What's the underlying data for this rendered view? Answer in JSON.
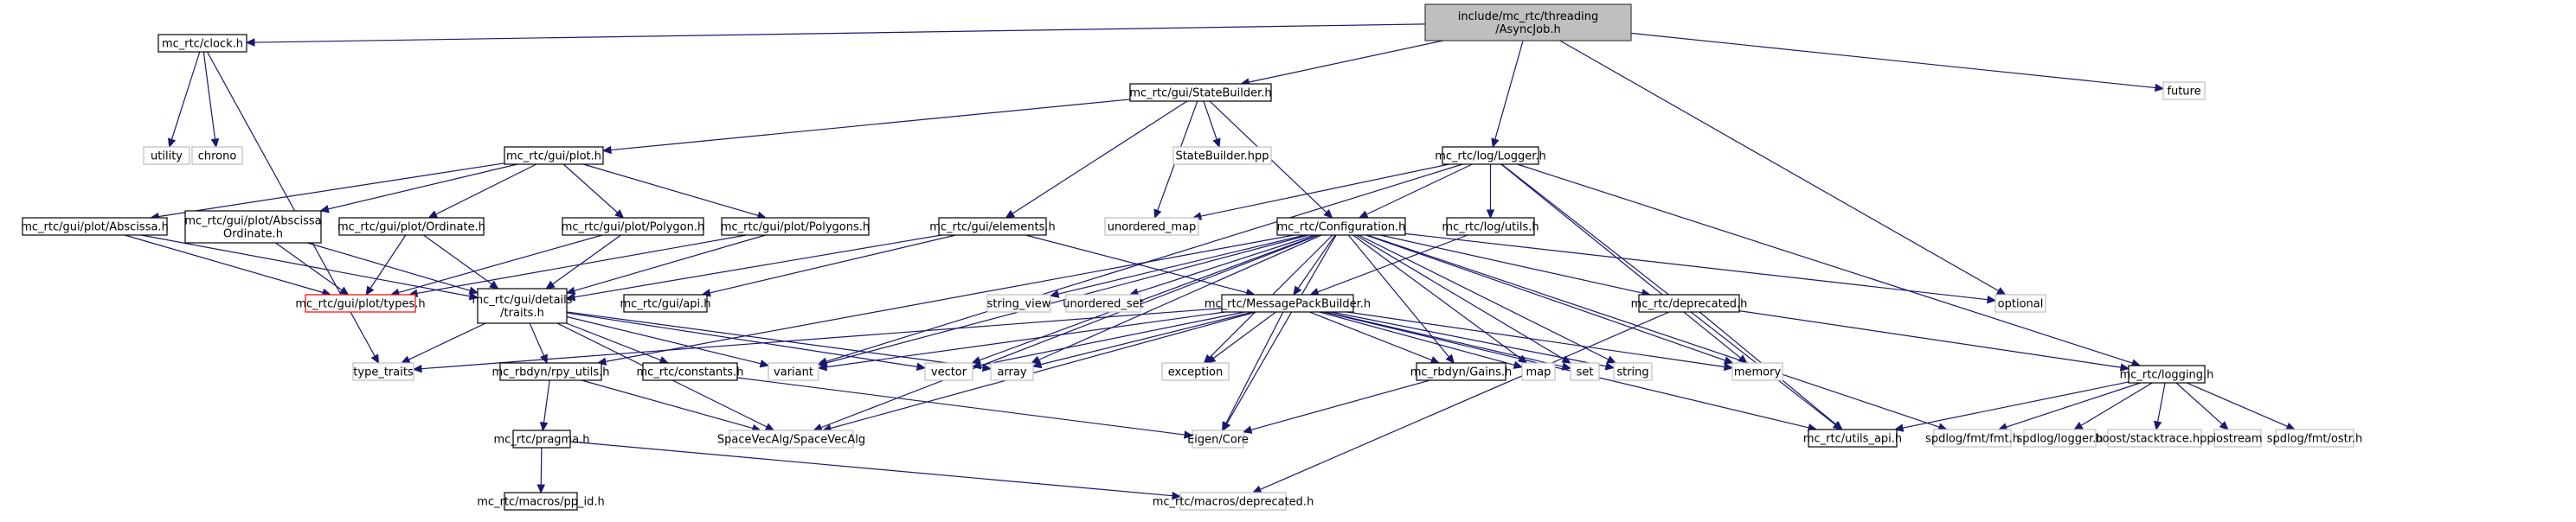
{
  "diagram": {
    "title": "include/mc_rtc/threading/AsyncJob.h include dependency graph",
    "colors": {
      "edge": "#191970",
      "root_fill": "#bfbfbf",
      "root_border": "#404040",
      "documented_border": "#000000",
      "external_border": "#bfbfbf",
      "truncated_border": "#ff0000"
    },
    "nodes": [
      {
        "id": "root",
        "label": [
          "include/mc_rtc/threading",
          "/AsyncJob.h"
        ],
        "kind": "root"
      },
      {
        "id": "clock",
        "label": [
          "mc_rtc/clock.h"
        ],
        "kind": "documented"
      },
      {
        "id": "utility",
        "label": [
          "utility"
        ],
        "kind": "external"
      },
      {
        "id": "chrono",
        "label": [
          "chrono"
        ],
        "kind": "external"
      },
      {
        "id": "statebuilder",
        "label": [
          "mc_rtc/gui/StateBuilder.h"
        ],
        "kind": "documented"
      },
      {
        "id": "statebuilder_hpp",
        "label": [
          "StateBuilder.hpp"
        ],
        "kind": "external"
      },
      {
        "id": "future",
        "label": [
          "future"
        ],
        "kind": "external"
      },
      {
        "id": "plot",
        "label": [
          "mc_rtc/gui/plot.h"
        ],
        "kind": "documented"
      },
      {
        "id": "logger",
        "label": [
          "mc_rtc/log/Logger.h"
        ],
        "kind": "documented"
      },
      {
        "id": "abscissa",
        "label": [
          "mc_rtc/gui/plot/Abscissa.h"
        ],
        "kind": "documented"
      },
      {
        "id": "absord",
        "label": [
          "mc_rtc/gui/plot/Abscissa",
          "Ordinate.h"
        ],
        "kind": "documented"
      },
      {
        "id": "ordinate",
        "label": [
          "mc_rtc/gui/plot/Ordinate.h"
        ],
        "kind": "documented"
      },
      {
        "id": "polygon",
        "label": [
          "mc_rtc/gui/plot/Polygon.h"
        ],
        "kind": "documented"
      },
      {
        "id": "polygons",
        "label": [
          "mc_rtc/gui/plot/Polygons.h"
        ],
        "kind": "documented"
      },
      {
        "id": "elements",
        "label": [
          "mc_rtc/gui/elements.h"
        ],
        "kind": "documented"
      },
      {
        "id": "unordered_map",
        "label": [
          "unordered_map"
        ],
        "kind": "external"
      },
      {
        "id": "configuration",
        "label": [
          "mc_rtc/Configuration.h"
        ],
        "kind": "documented"
      },
      {
        "id": "logutils",
        "label": [
          "mc_rtc/log/utils.h"
        ],
        "kind": "documented"
      },
      {
        "id": "optional",
        "label": [
          "optional"
        ],
        "kind": "external"
      },
      {
        "id": "types",
        "label": [
          "mc_rtc/gui/plot/types.h"
        ],
        "kind": "truncated"
      },
      {
        "id": "traits",
        "label": [
          "mc_rtc/gui/details",
          "/traits.h"
        ],
        "kind": "documented"
      },
      {
        "id": "api",
        "label": [
          "mc_rtc/gui/api.h"
        ],
        "kind": "documented"
      },
      {
        "id": "string_view",
        "label": [
          "string_view"
        ],
        "kind": "external"
      },
      {
        "id": "unordered_set",
        "label": [
          "unordered_set"
        ],
        "kind": "external"
      },
      {
        "id": "msgpack",
        "label": [
          "mc_rtc/MessagePackBuilder.h"
        ],
        "kind": "documented"
      },
      {
        "id": "deprecated",
        "label": [
          "mc_rtc/deprecated.h"
        ],
        "kind": "documented"
      },
      {
        "id": "type_traits",
        "label": [
          "type_traits"
        ],
        "kind": "external"
      },
      {
        "id": "rpy_utils",
        "label": [
          "mc_rbdyn/rpy_utils.h"
        ],
        "kind": "documented"
      },
      {
        "id": "constants",
        "label": [
          "mc_rtc/constants.h"
        ],
        "kind": "documented"
      },
      {
        "id": "variant",
        "label": [
          "variant"
        ],
        "kind": "external"
      },
      {
        "id": "vector",
        "label": [
          "vector"
        ],
        "kind": "external"
      },
      {
        "id": "array",
        "label": [
          "array"
        ],
        "kind": "external"
      },
      {
        "id": "exception",
        "label": [
          "exception"
        ],
        "kind": "external"
      },
      {
        "id": "gains",
        "label": [
          "mc_rbdyn/Gains.h"
        ],
        "kind": "documented"
      },
      {
        "id": "map",
        "label": [
          "map"
        ],
        "kind": "external"
      },
      {
        "id": "set",
        "label": [
          "set"
        ],
        "kind": "external"
      },
      {
        "id": "string",
        "label": [
          "string"
        ],
        "kind": "external"
      },
      {
        "id": "memory",
        "label": [
          "memory"
        ],
        "kind": "external"
      },
      {
        "id": "logging",
        "label": [
          "mc_rtc/logging.h"
        ],
        "kind": "documented"
      },
      {
        "id": "pragma",
        "label": [
          "mc_rtc/pragma.h"
        ],
        "kind": "documented"
      },
      {
        "id": "spacevecalg",
        "label": [
          "SpaceVecAlg/SpaceVecAlg"
        ],
        "kind": "external"
      },
      {
        "id": "eigen",
        "label": [
          "Eigen/Core"
        ],
        "kind": "external"
      },
      {
        "id": "utils_api",
        "label": [
          "mc_rtc/utils_api.h"
        ],
        "kind": "documented"
      },
      {
        "id": "fmt",
        "label": [
          "spdlog/fmt/fmt.h"
        ],
        "kind": "external"
      },
      {
        "id": "spdlogger",
        "label": [
          "spdlog/logger.h"
        ],
        "kind": "external"
      },
      {
        "id": "stacktrace",
        "label": [
          "boost/stacktrace.hpp"
        ],
        "kind": "external"
      },
      {
        "id": "iostream",
        "label": [
          "iostream"
        ],
        "kind": "external"
      },
      {
        "id": "ostr",
        "label": [
          "spdlog/fmt/ostr.h"
        ],
        "kind": "external"
      },
      {
        "id": "pp_id",
        "label": [
          "mc_rtc/macros/pp_id.h"
        ],
        "kind": "documented"
      },
      {
        "id": "macros_deprecated",
        "label": [
          "mc_rtc/macros/deprecated.h"
        ],
        "kind": "external"
      }
    ],
    "edges": [
      [
        "root",
        "clock"
      ],
      [
        "root",
        "statebuilder"
      ],
      [
        "root",
        "future"
      ],
      [
        "root",
        "logger"
      ],
      [
        "root",
        "optional"
      ],
      [
        "clock",
        "utility"
      ],
      [
        "clock",
        "chrono"
      ],
      [
        "clock",
        "type_traits"
      ],
      [
        "statebuilder",
        "plot"
      ],
      [
        "statebuilder",
        "statebuilder_hpp"
      ],
      [
        "statebuilder",
        "elements"
      ],
      [
        "statebuilder",
        "unordered_map"
      ],
      [
        "statebuilder",
        "configuration"
      ],
      [
        "plot",
        "abscissa"
      ],
      [
        "plot",
        "absord"
      ],
      [
        "plot",
        "ordinate"
      ],
      [
        "plot",
        "polygon"
      ],
      [
        "plot",
        "polygons"
      ],
      [
        "abscissa",
        "types"
      ],
      [
        "abscissa",
        "traits"
      ],
      [
        "absord",
        "types"
      ],
      [
        "absord",
        "traits"
      ],
      [
        "ordinate",
        "types"
      ],
      [
        "ordinate",
        "traits"
      ],
      [
        "polygon",
        "types"
      ],
      [
        "polygon",
        "traits"
      ],
      [
        "polygons",
        "types"
      ],
      [
        "polygons",
        "traits"
      ],
      [
        "elements",
        "traits"
      ],
      [
        "elements",
        "api"
      ],
      [
        "elements",
        "msgpack"
      ],
      [
        "logger",
        "configuration"
      ],
      [
        "logger",
        "logutils"
      ],
      [
        "logger",
        "unordered_map"
      ],
      [
        "logger",
        "memory"
      ],
      [
        "logger",
        "logging"
      ],
      [
        "logger",
        "utils_api"
      ],
      [
        "logger",
        "variant"
      ],
      [
        "configuration",
        "msgpack"
      ],
      [
        "configuration",
        "string_view"
      ],
      [
        "configuration",
        "unordered_set"
      ],
      [
        "configuration",
        "deprecated"
      ],
      [
        "configuration",
        "optional"
      ],
      [
        "configuration",
        "exception"
      ],
      [
        "configuration",
        "eigen"
      ],
      [
        "configuration",
        "gains"
      ],
      [
        "configuration",
        "map"
      ],
      [
        "configuration",
        "set"
      ],
      [
        "configuration",
        "string"
      ],
      [
        "configuration",
        "memory"
      ],
      [
        "configuration",
        "vector"
      ],
      [
        "configuration",
        "array"
      ],
      [
        "configuration",
        "variant"
      ],
      [
        "configuration",
        "spacevecalg"
      ],
      [
        "configuration",
        "rpy_utils"
      ],
      [
        "configuration",
        "fmt"
      ],
      [
        "logutils",
        "msgpack"
      ],
      [
        "traits",
        "type_traits"
      ],
      [
        "traits",
        "rpy_utils"
      ],
      [
        "traits",
        "constants"
      ],
      [
        "traits",
        "variant"
      ],
      [
        "traits",
        "vector"
      ],
      [
        "traits",
        "array"
      ],
      [
        "traits",
        "spacevecalg"
      ],
      [
        "msgpack",
        "gains"
      ],
      [
        "msgpack",
        "map"
      ],
      [
        "msgpack",
        "set"
      ],
      [
        "msgpack",
        "string"
      ],
      [
        "msgpack",
        "memory"
      ],
      [
        "msgpack",
        "exception"
      ],
      [
        "msgpack",
        "eigen"
      ],
      [
        "msgpack",
        "vector"
      ],
      [
        "msgpack",
        "array"
      ],
      [
        "msgpack",
        "variant"
      ],
      [
        "msgpack",
        "type_traits"
      ],
      [
        "msgpack",
        "spacevecalg"
      ],
      [
        "msgpack",
        "utils_api"
      ],
      [
        "deprecated",
        "logging"
      ],
      [
        "deprecated",
        "utils_api"
      ],
      [
        "deprecated",
        "macros_deprecated"
      ],
      [
        "rpy_utils",
        "pragma"
      ],
      [
        "rpy_utils",
        "spacevecalg"
      ],
      [
        "constants",
        "eigen"
      ],
      [
        "gains",
        "eigen"
      ],
      [
        "logging",
        "utils_api"
      ],
      [
        "logging",
        "fmt"
      ],
      [
        "logging",
        "spdlogger"
      ],
      [
        "logging",
        "stacktrace"
      ],
      [
        "logging",
        "iostream"
      ],
      [
        "logging",
        "ostr"
      ],
      [
        "pragma",
        "pp_id"
      ],
      [
        "pragma",
        "macros_deprecated"
      ]
    ]
  }
}
